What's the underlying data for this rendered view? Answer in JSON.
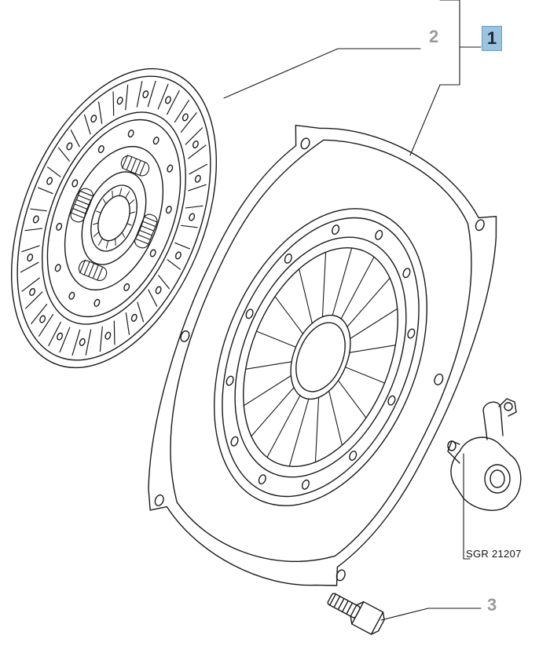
{
  "diagram": {
    "reference_code": "SGR 21207",
    "callouts": [
      {
        "id": "1",
        "label": "1",
        "highlighted": true
      },
      {
        "id": "2",
        "label": "2",
        "highlighted": false
      },
      {
        "id": "3",
        "label": "3",
        "highlighted": false
      }
    ],
    "parts": [
      "clutch-disc",
      "pressure-plate",
      "release-bearing",
      "bolt"
    ],
    "colors": {
      "line": "#1a1a1a",
      "callout_text": "#9a9a9a",
      "highlight_fill": "#9cc3df"
    }
  }
}
